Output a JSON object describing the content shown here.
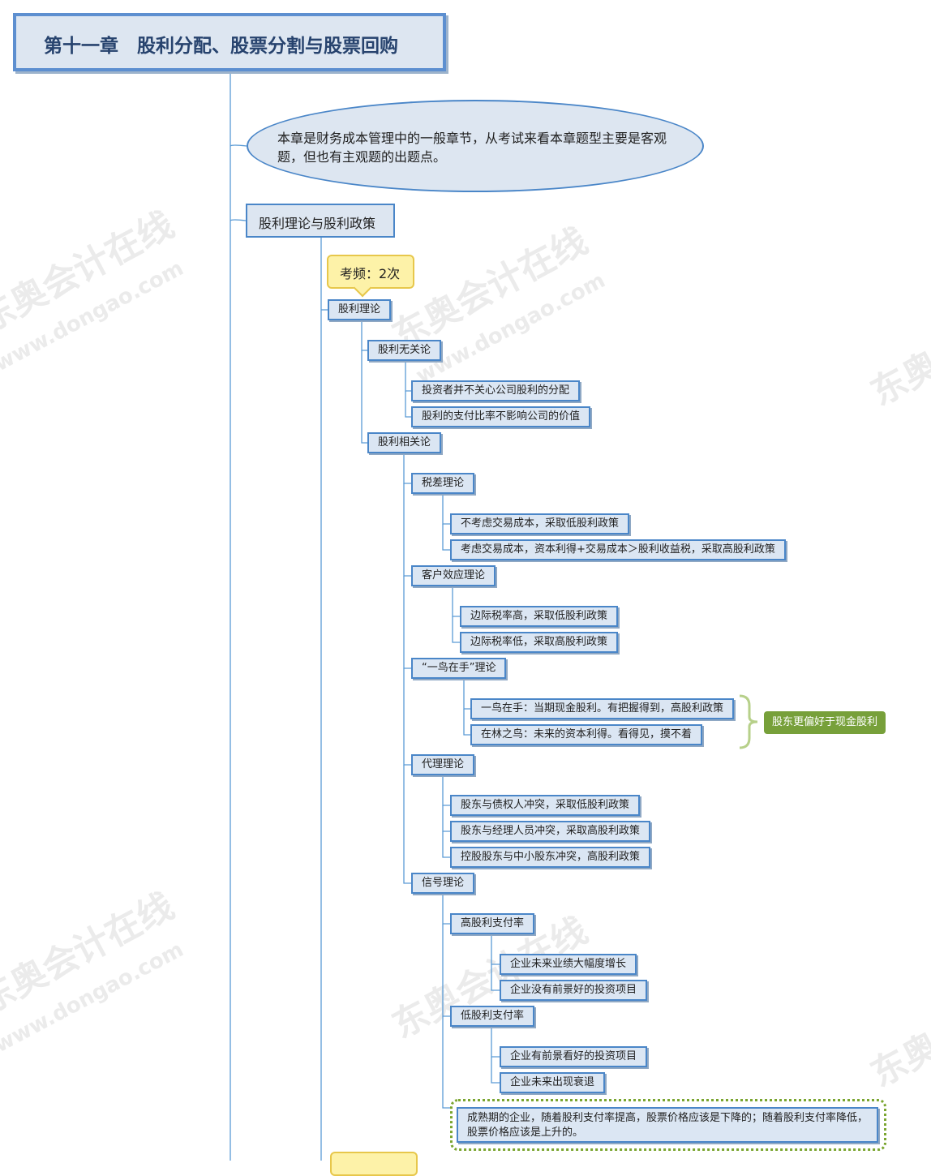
{
  "title": "第十一章　股利分配、股票分割与股票回购",
  "intro": "本章是财务成本管理中的一般章节，从考试来看本章题型主要是客观题，但也有主观题的出题点。",
  "section": "股利理论与股利政策",
  "frequency": "考频：2次",
  "watermark": {
    "brand": "东奥会计在线",
    "url": "www.dongao.com"
  },
  "tree": {
    "root": "股利理论",
    "irrelevance": {
      "label": "股利无关论",
      "items": [
        "投资者并不关心公司股利的分配",
        "股利的支付比率不影响公司的价值"
      ]
    },
    "relevance": {
      "label": "股利相关论",
      "tax": {
        "label": "税差理论",
        "items": [
          "不考虑交易成本，采取低股利政策",
          "考虑交易成本，资本利得+交易成本＞股利收益税，采取高股利政策"
        ]
      },
      "clientele": {
        "label": "客户效应理论",
        "items": [
          "边际税率高，采取低股利政策",
          "边际税率低，采取高股利政策"
        ]
      },
      "bird": {
        "label": "“一鸟在手”理论",
        "items": [
          "一鸟在手：当期现金股利。有把握得到，高股利政策",
          "在林之鸟：未来的资本利得。看得见，摸不着"
        ],
        "summary": "股东更偏好于现金股利"
      },
      "agency": {
        "label": "代理理论",
        "items": [
          "股东与债权人冲突，采取低股利政策",
          "股东与经理人员冲突，采取高股利政策",
          "控股股东与中小股东冲突，高股利政策"
        ]
      },
      "signal": {
        "label": "信号理论",
        "high": {
          "label": "高股利支付率",
          "items": [
            "企业未来业绩大幅度增长",
            "企业没有前景好的投资项目"
          ]
        },
        "low": {
          "label": "低股利支付率",
          "items": [
            "企业有前景看好的投资项目",
            "企业未来出现衰退"
          ]
        },
        "note": "成熟期的企业，随着股利支付率提高，股票价格应该是下降的；随着股利支付率降低，股票价格应该是上升的。"
      }
    }
  },
  "colors": {
    "line": "#5b9bd5",
    "node_fill": "#dbe6f3",
    "node_border": "#4a86c8",
    "green": "#77a03a",
    "callout": "#fdf2a8"
  }
}
